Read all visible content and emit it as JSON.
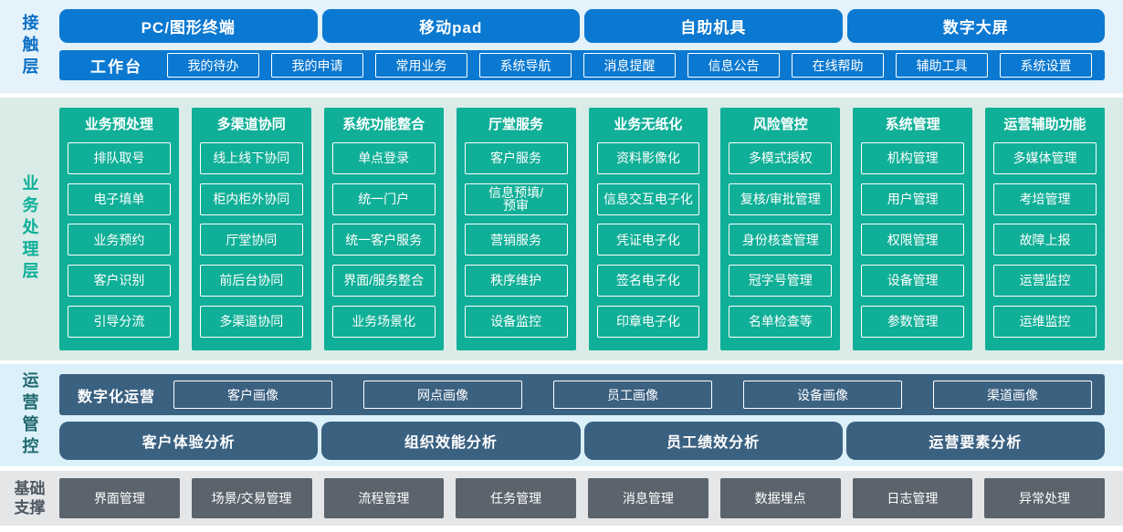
{
  "colors": {
    "accent_blue": "#0b79d1",
    "label_blue": "#0b6fc4",
    "teal_green": "#10af97",
    "label_green": "#0daf98",
    "steel_blue": "#3b6181",
    "label_dark_teal": "#20696e",
    "slate_gray": "#5b646d",
    "label_gray": "#4e5862",
    "band_contact": "#e4f2fb",
    "band_business": "#d9ece7",
    "band_operations": "#dcf0f9",
    "band_support": "#e4e6e8"
  },
  "layers": {
    "contact": {
      "label": "接触层",
      "terminals": [
        "PC/图形终端",
        "移动pad",
        "自助机具",
        "数字大屏"
      ],
      "workbench": {
        "label": "工作台",
        "items": [
          "我的待办",
          "我的申请",
          "常用业务",
          "系统导航",
          "消息提醒",
          "信息公告",
          "在线帮助",
          "辅助工具",
          "系统设置"
        ]
      }
    },
    "business": {
      "label": "业务处理层",
      "columns": [
        {
          "title": "业务预处理",
          "items": [
            "排队取号",
            "电子填单",
            "业务预约",
            "客户识别",
            "引导分流"
          ]
        },
        {
          "title": "多渠道协同",
          "items": [
            "线上线下协同",
            "柜内柜外协同",
            "厅堂协同",
            "前后台协同",
            "多渠道协同"
          ]
        },
        {
          "title": "系统功能整合",
          "items": [
            "单点登录",
            "统一门户",
            "统一客户服务",
            "界面/服务整合",
            "业务场景化"
          ]
        },
        {
          "title": "厅堂服务",
          "items": [
            "客户服务",
            "信息预填/\n预审",
            "营销服务",
            "秩序维护",
            "设备监控"
          ]
        },
        {
          "title": "业务无纸化",
          "items": [
            "资料影像化",
            "信息交互电子化",
            "凭证电子化",
            "签名电子化",
            "印章电子化"
          ]
        },
        {
          "title": "风险管控",
          "items": [
            "多模式授权",
            "复核/审批管理",
            "身份核查管理",
            "冠字号管理",
            "名单检查等"
          ]
        },
        {
          "title": "系统管理",
          "items": [
            "机构管理",
            "用户管理",
            "权限管理",
            "设备管理",
            "参数管理"
          ]
        },
        {
          "title": "运营辅助功能",
          "items": [
            "多媒体管理",
            "考培管理",
            "故障上报",
            "运营监控",
            "运维监控"
          ]
        }
      ]
    },
    "operations": {
      "label": "运营管控",
      "digital": {
        "label": "数字化运营",
        "items": [
          "客户画像",
          "网点画像",
          "员工画像",
          "设备画像",
          "渠道画像"
        ]
      },
      "analysis": [
        "客户体验分析",
        "组织效能分析",
        "员工绩效分析",
        "运营要素分析"
      ]
    },
    "support": {
      "label": "基础支撑",
      "items": [
        "界面管理",
        "场景/交易管理",
        "流程管理",
        "任务管理",
        "消息管理",
        "数据埋点",
        "日志管理",
        "异常处理"
      ]
    }
  }
}
